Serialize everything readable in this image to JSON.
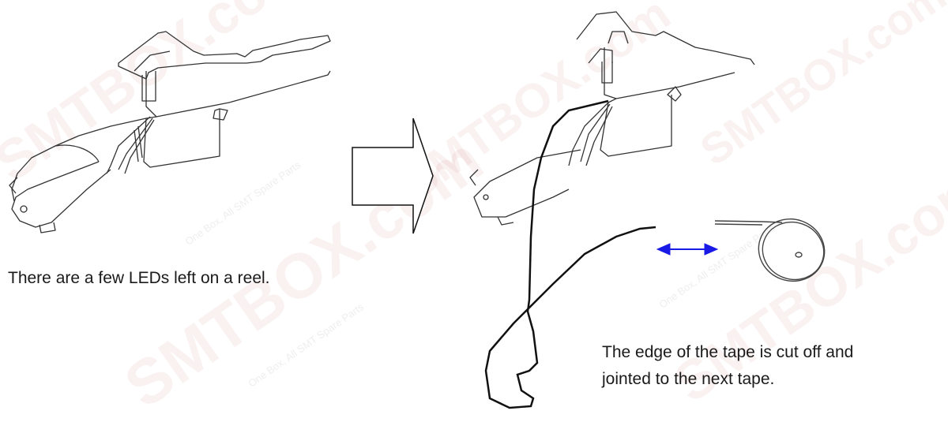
{
  "watermark": {
    "brand": "SMTBOX.com",
    "tagline": "One Box, All SMT Spare Parts"
  },
  "left_panel": {
    "illustration": "tape-feeder-with-reel",
    "caption": "There are a few LEDs left on a reel."
  },
  "transition_arrow": {
    "icon": "hollow-right-arrow-icon"
  },
  "right_panel": {
    "illustration": "tape-feeder-with-cut-tape-and-new-reel",
    "join_arrow": {
      "icon": "double-headed-arrow-icon",
      "color": "#1a1ae6"
    },
    "caption_lines": [
      "The edge of the tape is cut off and",
      "jointed to the next tape."
    ]
  }
}
